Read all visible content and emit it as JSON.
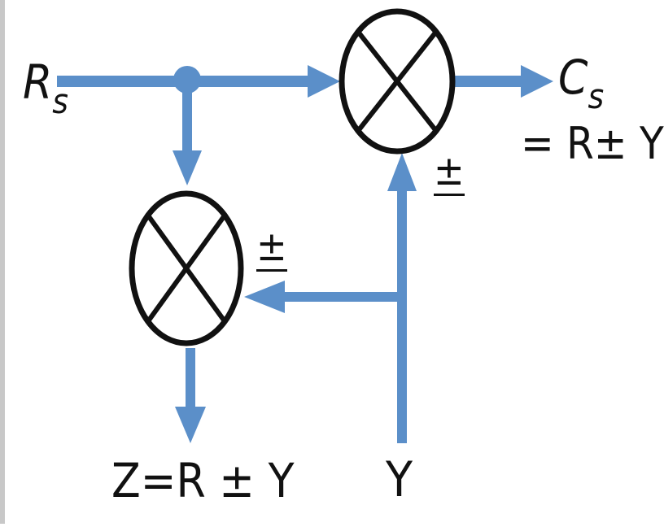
{
  "diagram": {
    "line_color": "#5b8fc9",
    "junction_color": "#111111",
    "input": {
      "base": "R",
      "sub": "s"
    },
    "output": {
      "base": "C",
      "sub": "s",
      "equation": "= R± Y"
    },
    "second_output": {
      "equation": "Z=R ± Y"
    },
    "y_input_label": "Y",
    "upper_junction_sign": "±",
    "lower_junction_sign": "±",
    "icons": [
      "summing-junction-icon",
      "branch-point-icon",
      "arrow-head-icon"
    ]
  }
}
